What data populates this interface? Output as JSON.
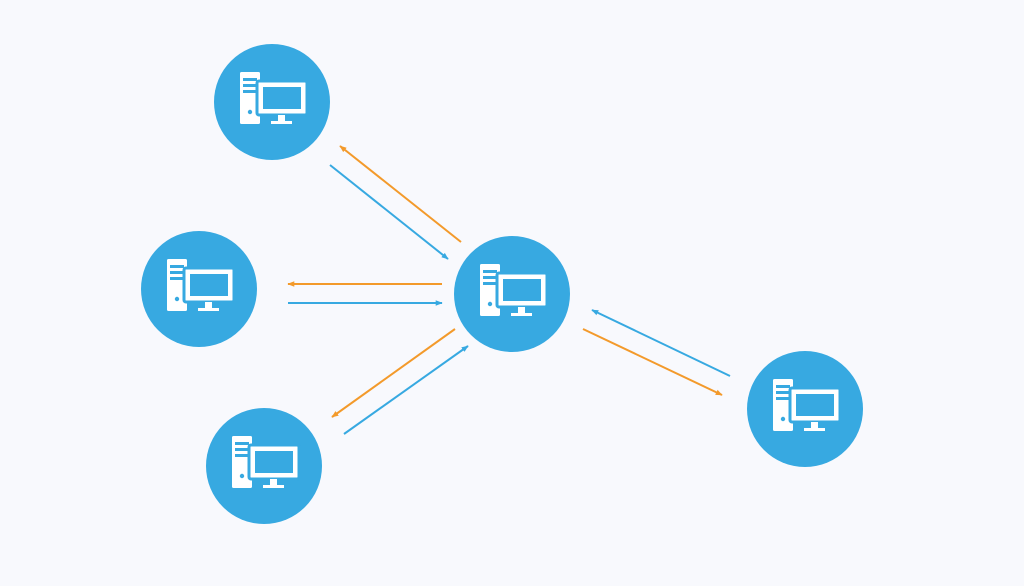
{
  "colors": {
    "background": "#f8f9fd",
    "node": "#37a9e1",
    "icon": "#ffffff",
    "request_arrow": "#37a9e1",
    "response_arrow": "#f39a2b"
  },
  "icons": {
    "node": "desktop-computer-icon"
  },
  "nodes": [
    {
      "id": "top-left"
    },
    {
      "id": "middle-left"
    },
    {
      "id": "bottom-left"
    },
    {
      "id": "center"
    },
    {
      "id": "right"
    }
  ],
  "links": [
    {
      "from": "top-left",
      "to": "center"
    },
    {
      "from": "middle-left",
      "to": "center"
    },
    {
      "from": "bottom-left",
      "to": "center"
    },
    {
      "from": "right",
      "to": "center"
    }
  ]
}
